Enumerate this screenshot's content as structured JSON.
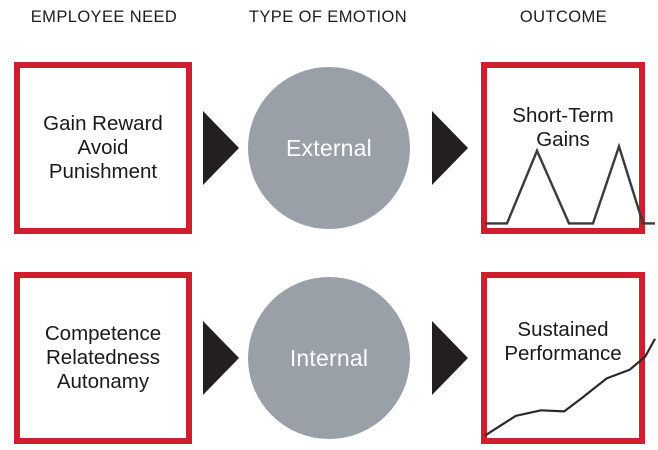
{
  "headers": {
    "employee_need": "EMPLOYEE NEED",
    "type_of_emotion": "TYPE OF EMOTION",
    "outcome": "OUTCOME"
  },
  "rows": [
    {
      "need": {
        "lines": [
          "Gain Reward",
          "Avoid",
          "Punishment"
        ]
      },
      "emotion": {
        "label": "External"
      },
      "outcome": {
        "lines": [
          "Short-Term",
          "Gains"
        ],
        "chart_ref": 0
      }
    },
    {
      "need": {
        "lines": [
          "Competence",
          "Relatedness",
          "Autonamy"
        ]
      },
      "emotion": {
        "label": "Internal"
      },
      "outcome": {
        "lines": [
          "Sustained",
          "Performance"
        ],
        "chart_ref": 1
      }
    }
  ],
  "colors": {
    "box_border_red": "#cf1f2e",
    "circle_gray": "#99a0a8",
    "arrow_black": "#231f20",
    "text_dark": "#1a1a1a",
    "circle_text": "#ffffff",
    "chart_line": "#3a3a3a",
    "background": "#ffffff"
  },
  "chart_data": [
    {
      "type": "line",
      "title": "Short-Term Gains",
      "xlabel": "",
      "ylabel": "",
      "grid": false,
      "legend": null,
      "xlim": [
        0,
        170
      ],
      "ylim": [
        0,
        100
      ],
      "description": "Spiky trace: flat baseline, sharp peak, return to baseline, flat, second sharp peak, return to baseline",
      "x": [
        0,
        22,
        52,
        84,
        108,
        134,
        158,
        170
      ],
      "y": [
        6,
        6,
        72,
        6,
        6,
        76,
        6,
        6
      ]
    },
    {
      "type": "line",
      "title": "Sustained Performance",
      "xlabel": "",
      "ylabel": "",
      "grid": false,
      "legend": null,
      "xlim": [
        0,
        176
      ],
      "ylim": [
        0,
        100
      ],
      "description": "Steadily rising trace from lower left to upper right with a brief plateau midway",
      "x": [
        0,
        32,
        58,
        82,
        100,
        126,
        150,
        166,
        176
      ],
      "y": [
        4,
        22,
        27,
        26,
        38,
        56,
        64,
        76,
        92
      ]
    }
  ],
  "arrows": [
    {
      "name": "arrow-need-to-emotion-row-1",
      "direction": "right"
    },
    {
      "name": "arrow-need-to-emotion-row-2",
      "direction": "right"
    },
    {
      "name": "arrow-emotion-to-outcome-row-1",
      "direction": "right"
    },
    {
      "name": "arrow-emotion-to-outcome-row-2",
      "direction": "right"
    }
  ]
}
